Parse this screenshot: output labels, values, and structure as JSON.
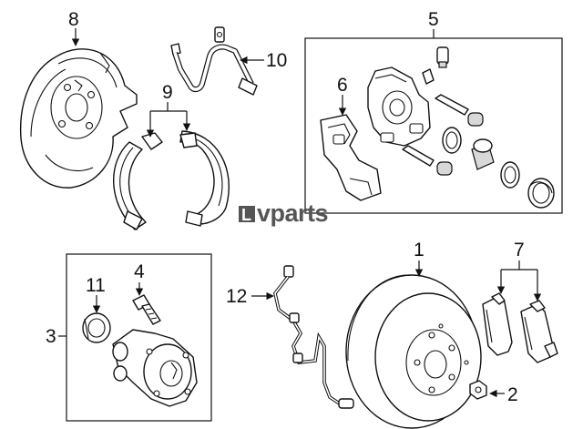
{
  "callouts": {
    "c1": "1",
    "c2": "2",
    "c3": "3",
    "c4": "4",
    "c5": "5",
    "c6": "6",
    "c7": "7",
    "c8": "8",
    "c9": "9",
    "c10": "10",
    "c11": "11",
    "c12": "12"
  },
  "watermark": {
    "text": "vparts",
    "logo_letter": "L"
  },
  "colors": {
    "line": "#111111",
    "watermark": "#555555",
    "background": "#ffffff"
  }
}
